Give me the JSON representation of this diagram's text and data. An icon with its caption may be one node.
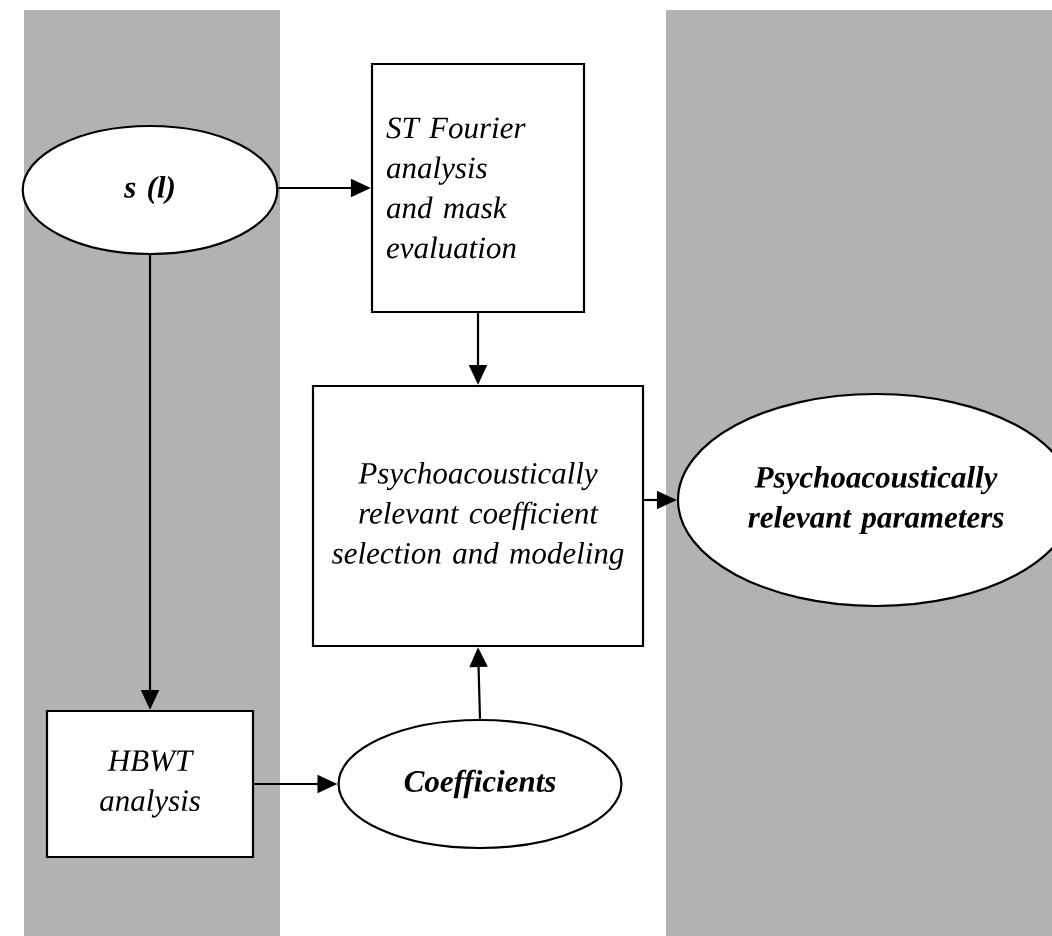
{
  "diagram": {
    "nodes": [
      {
        "text": [
          "s (*l*)"
        ]
      },
      {
        "text": [
          "ST Fourier analysis and mask evaluation"
        ]
      },
      {
        "text": [
          "Psychoacoustically relevant coefficient selection and modeling"
        ]
      },
      {
        "text": [
          "Psychoacoustically relevant parameters"
        ]
      },
      {
        "text": [
          "HBWT analysis"
        ]
      },
      {
        "text": [
          "Coefficients"
        ]
      }
    ],
    "edges": [
      {
        "from": 0,
        "to": 1,
        "arrow": "to"
      },
      {
        "from": 0,
        "to": 4,
        "arrow": "to"
      },
      {
        "from": 1,
        "to": 2,
        "arrow": "to"
      },
      {
        "from": 4,
        "to": 5,
        "arrow": "to"
      },
      {
        "from": 5,
        "to": 2,
        "arrow": "to"
      },
      {
        "from": 2,
        "to": 3,
        "arrow": "to"
      }
    ]
  }
}
